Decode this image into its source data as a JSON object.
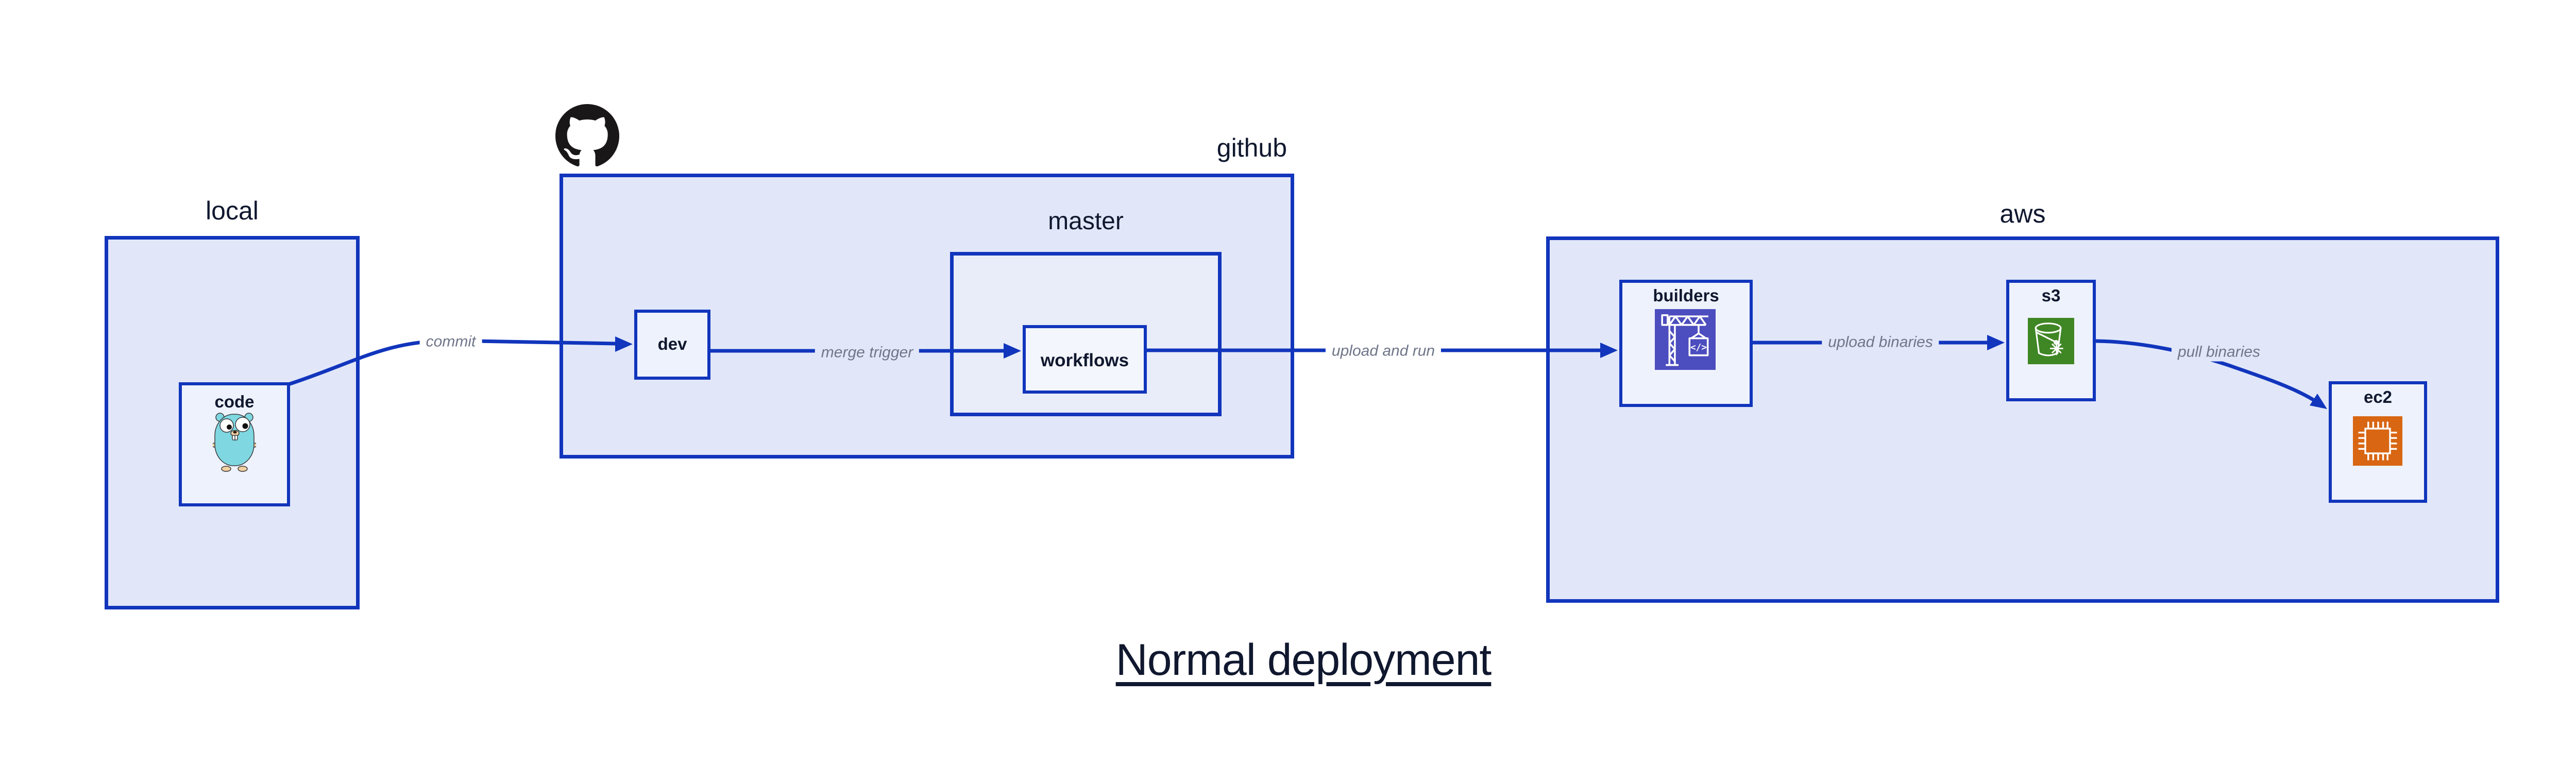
{
  "title": "Normal deployment",
  "groups": {
    "local": {
      "label": "local"
    },
    "github": {
      "label": "github"
    },
    "master": {
      "label": "master"
    },
    "aws": {
      "label": "aws"
    }
  },
  "nodes": {
    "code": {
      "label": "code"
    },
    "dev": {
      "label": "dev"
    },
    "workflows": {
      "label": "workflows"
    },
    "builders": {
      "label": "builders"
    },
    "s3": {
      "label": "s3"
    },
    "ec2": {
      "label": "ec2"
    }
  },
  "edges": {
    "commit": {
      "label": "commit",
      "from": "code",
      "to": "dev"
    },
    "merge_trigger": {
      "label": "merge trigger",
      "from": "dev",
      "to": "workflows"
    },
    "upload_and_run": {
      "label": "upload and run",
      "from": "workflows",
      "to": "builders"
    },
    "upload_binaries": {
      "label": "upload binaries",
      "from": "builders",
      "to": "s3"
    },
    "pull_binaries": {
      "label": "pull binaries",
      "from": "s3",
      "to": "ec2"
    }
  },
  "icons": {
    "octocat": "github-octocat-icon",
    "gopher": "go-gopher-icon",
    "builders": "crane-codebuild-icon",
    "s3": "s3-bucket-icon",
    "ec2": "ec2-chip-icon",
    "builders_code_glyph": "</>"
  },
  "colors": {
    "blue": "#1135bc",
    "navy": "#10182f",
    "gray": "#6f7689",
    "fill-outer": "#e1e7f9",
    "fill-mid": "#e9edfa",
    "fill-inner": "#eef2fc",
    "fill-innermost": "#f4f6fd",
    "builders-purple": "#4c4dbe",
    "s3-green": "#3f8624",
    "ec2-orange": "#d86613",
    "octocat-black": "#191717",
    "gopher-teal": "#7fd7e2",
    "gopher-tan": "#f2d1a1"
  }
}
